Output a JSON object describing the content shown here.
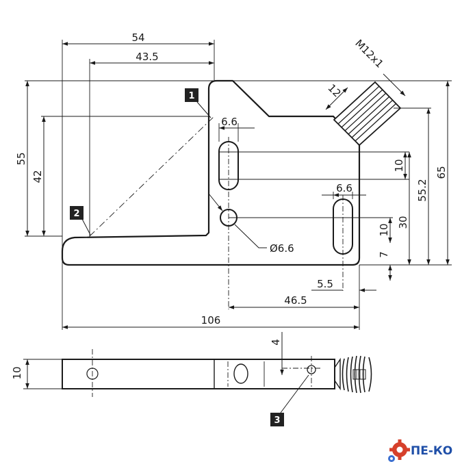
{
  "drawing": {
    "dims_top": {
      "overall_width": "54",
      "inner_width": "43.5"
    },
    "dims_left": {
      "height_55": "55",
      "height_42": "42"
    },
    "dims_right": {
      "h65": "65",
      "h55_2": "55.2",
      "h30": "30",
      "h10_a": "10",
      "h10_b": "10",
      "h7": "7"
    },
    "dims_slots": {
      "slot_w_a": "6.6",
      "slot_w_b": "6.6",
      "hole_dia": "Ø6.6"
    },
    "dims_bottom": {
      "d5_5": "5.5",
      "d46_5": "46.5",
      "d106": "106"
    },
    "connector": {
      "thread": "M12x1",
      "size": "12"
    },
    "side_view": {
      "thickness": "10",
      "offset": "4"
    },
    "callouts": [
      "1",
      "2",
      "3"
    ]
  },
  "brand": {
    "text": "ПЕ-КО",
    "color": "#1f4fa8",
    "gear_color": "#d6402b"
  }
}
